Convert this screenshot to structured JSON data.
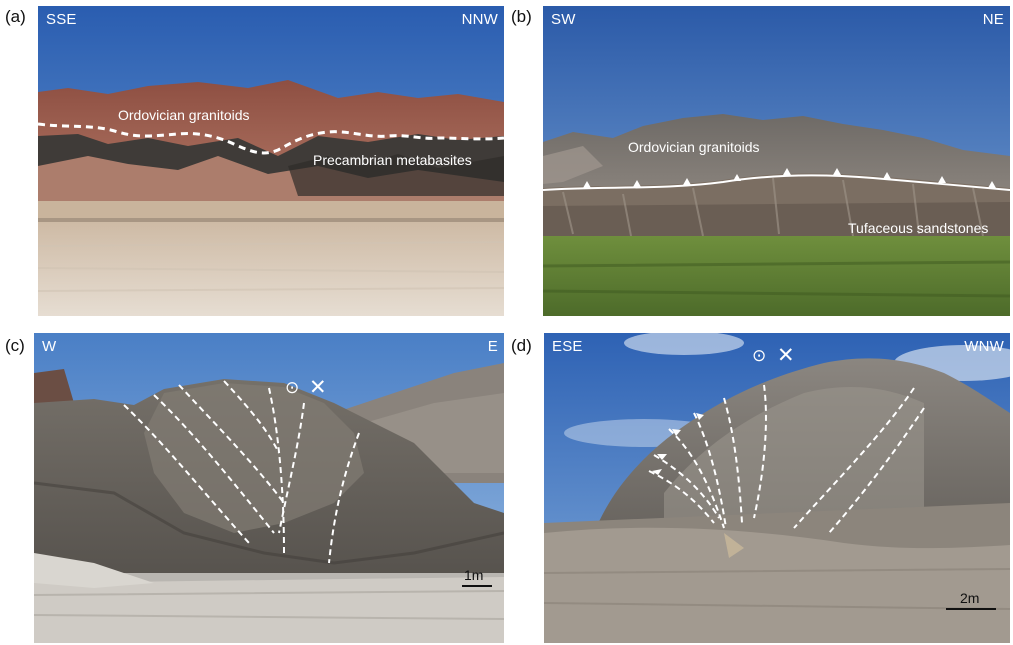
{
  "panels": {
    "a": {
      "label": "(a)",
      "left_dir": "SSE",
      "right_dir": "NNW",
      "unit_upper": "Ordovician granitoids",
      "unit_lower": "Precambrian metabasites"
    },
    "b": {
      "label": "(b)",
      "left_dir": "SW",
      "right_dir": "NE",
      "unit_upper": "Ordovician granitoids",
      "unit_lower": "Tufaceous sandstones"
    },
    "c": {
      "label": "(c)",
      "left_dir": "W",
      "right_dir": "E",
      "scale": "1m"
    },
    "d": {
      "label": "(d)",
      "left_dir": "ESE",
      "right_dir": "WNW",
      "scale": "2m"
    }
  },
  "colors": {
    "sky_top": "#2f64b3",
    "sky_bottom": "#7aa6d8",
    "red_granitoid": "#9a5a4c",
    "metabasite": "#3e3a38",
    "playa": "#d8c9b8",
    "grass": "#5a7a32",
    "rock_gray": "#6f6b66",
    "annotation": "#ffffff"
  }
}
